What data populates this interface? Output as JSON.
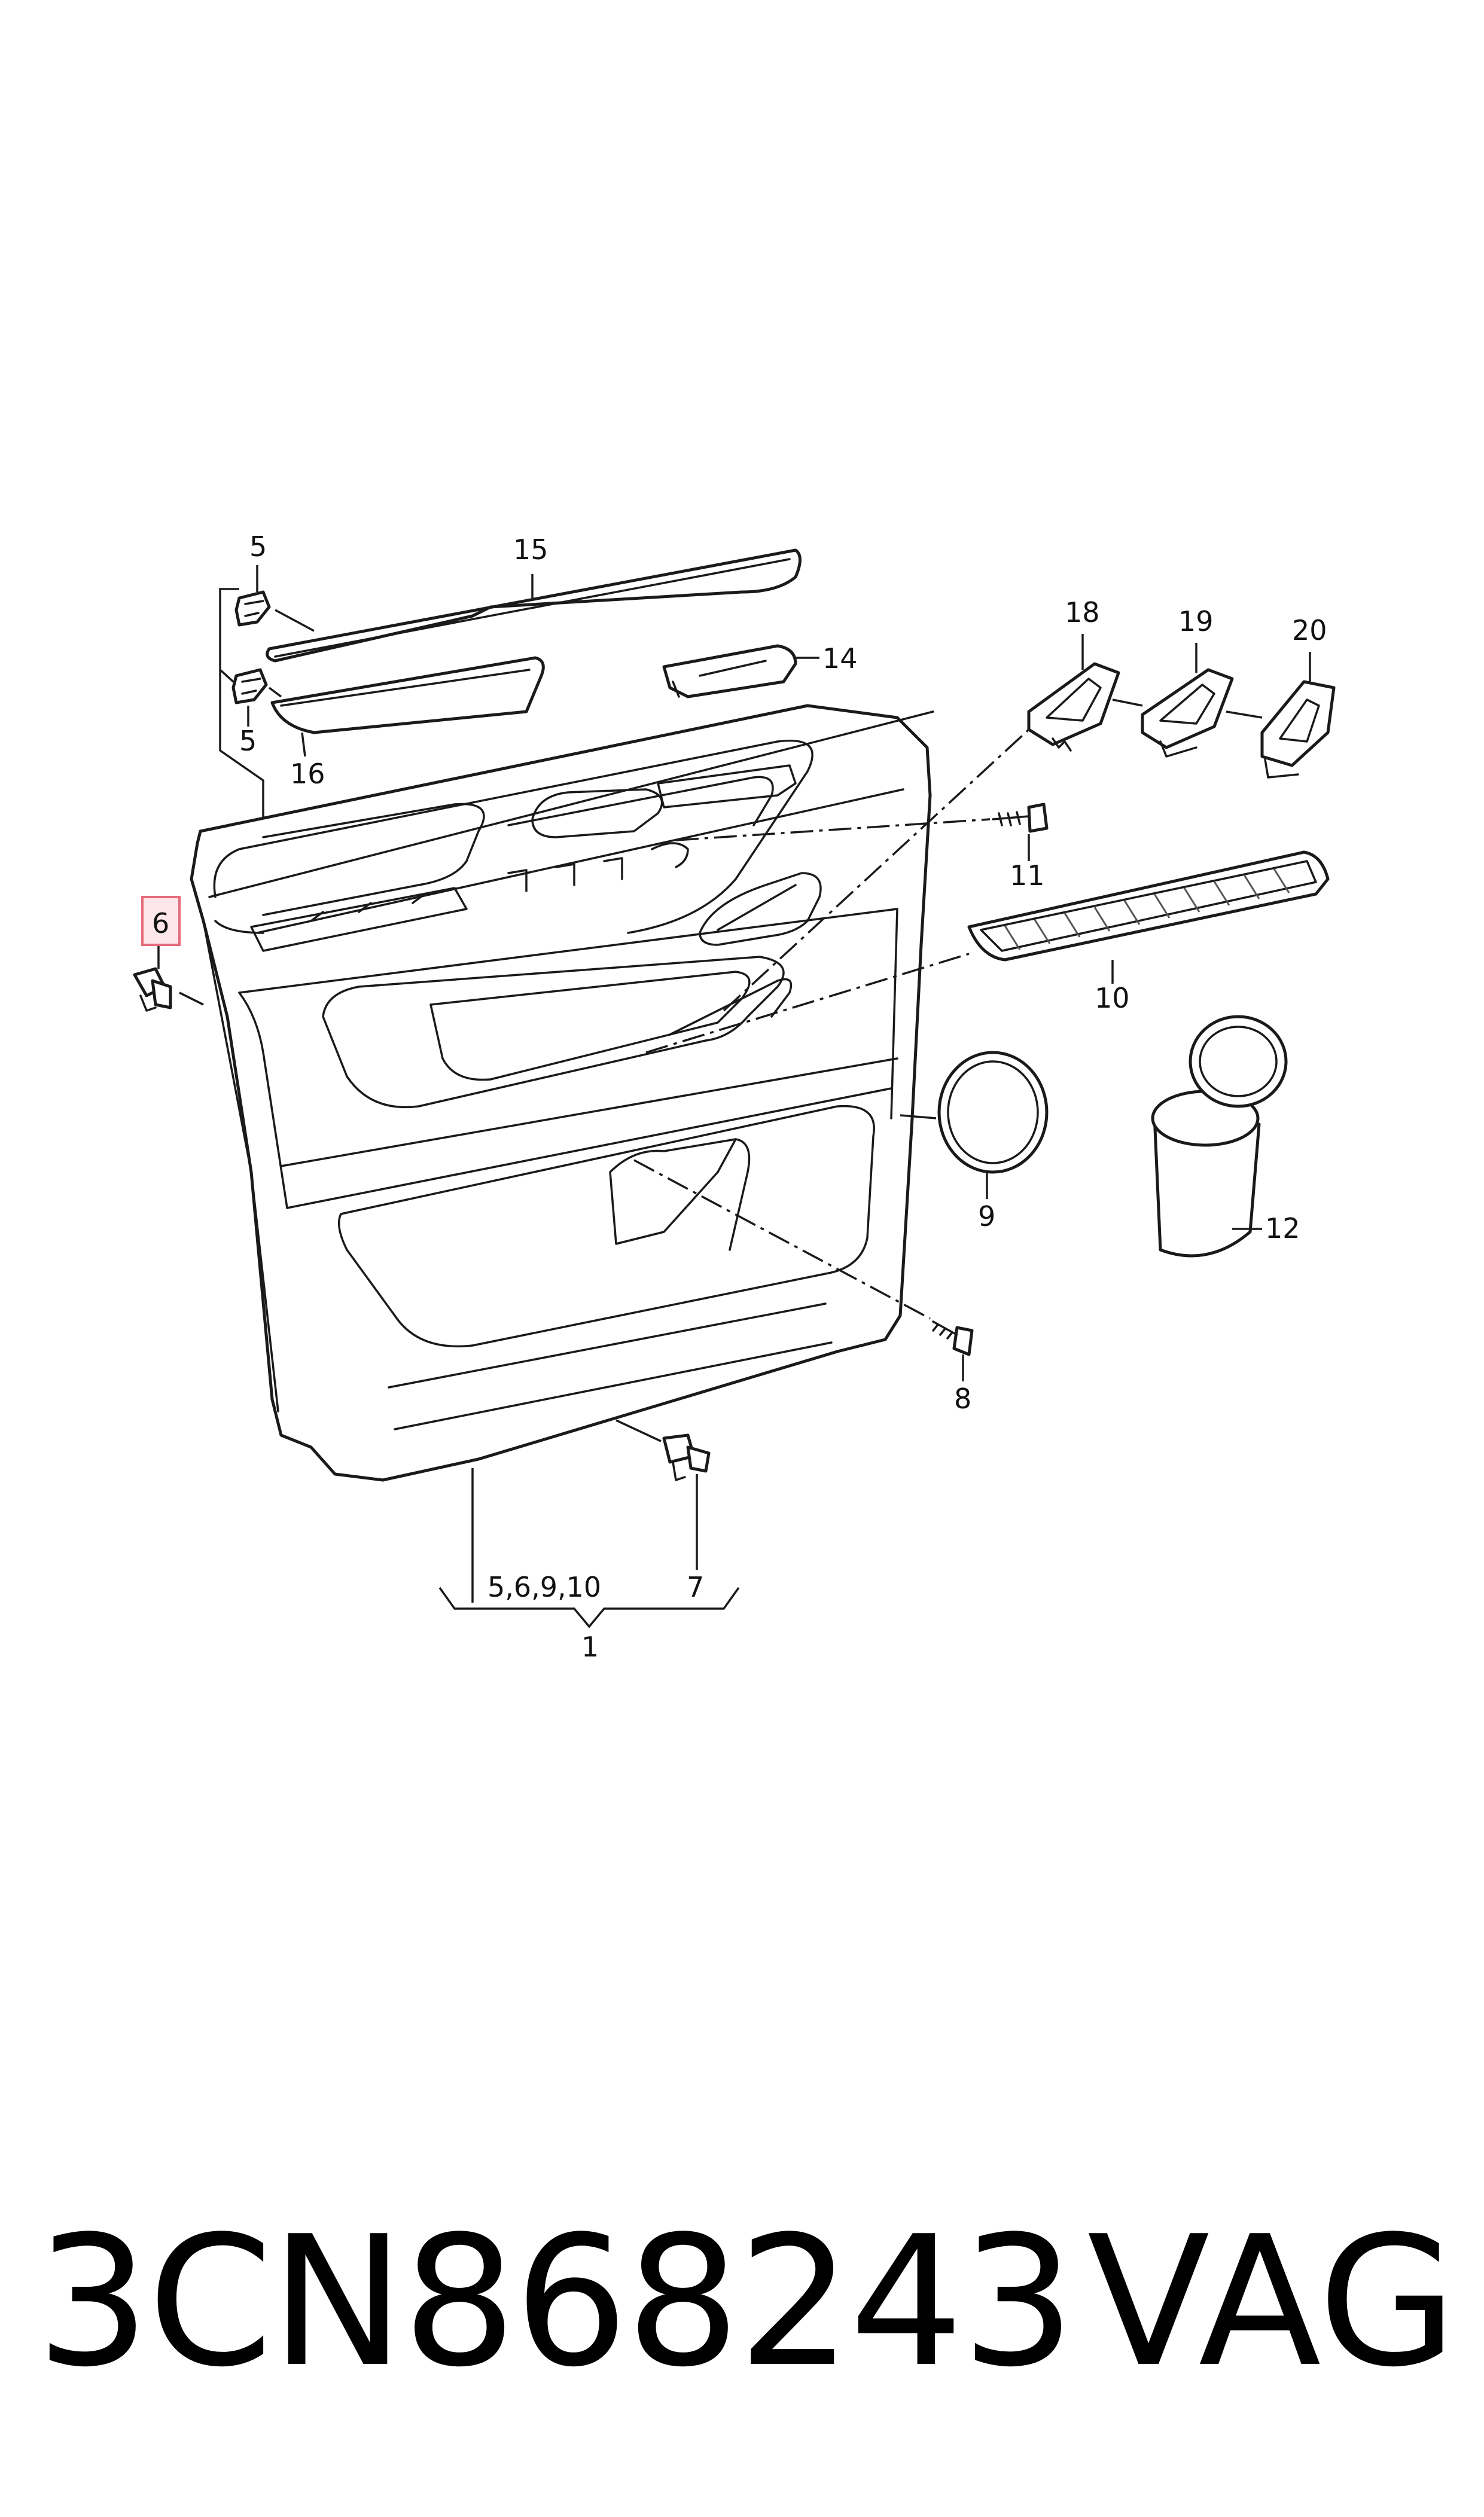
{
  "callouts": {
    "c1": "1",
    "c5_top": "5",
    "c5_bottom": "5",
    "c6": "6",
    "c7": "7",
    "c8": "8",
    "c9": "9",
    "c10": "10",
    "c11": "11",
    "c12": "12",
    "c14": "14",
    "c15": "15",
    "c16": "16",
    "c18": "18",
    "c19": "19",
    "c20": "20",
    "group_1_includes": "5,6,9,10"
  },
  "highlighted_callout": "6",
  "part_number": "3CN868243",
  "brand": "VAG",
  "colors": {
    "line": "#1a1a1a",
    "highlight_fill": "#fde7ea",
    "highlight_stroke": "#e56a7a"
  }
}
